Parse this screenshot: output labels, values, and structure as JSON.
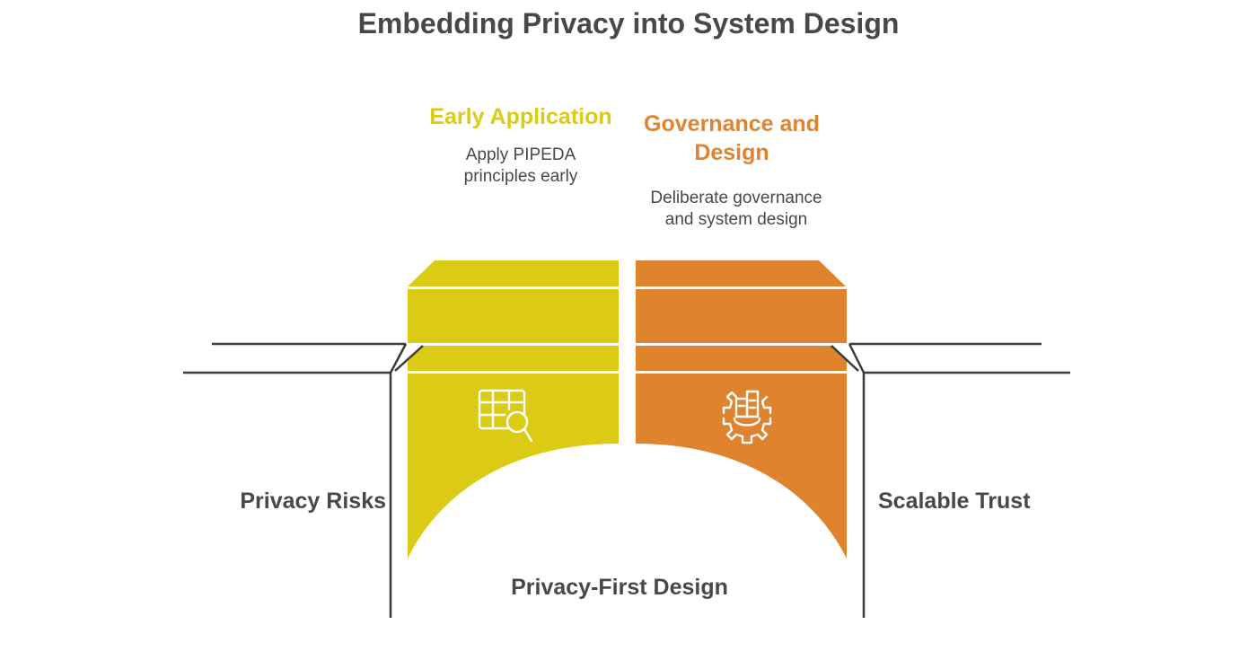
{
  "title": "Embedding Privacy into System Design",
  "steps": [
    {
      "heading_lines": [
        "Early Application"
      ],
      "description_lines": [
        "Apply PIPEDA",
        "principles early"
      ],
      "color": "#dccb14",
      "icon": "table-search-icon"
    },
    {
      "heading_lines": [
        "Governance and",
        "Design"
      ],
      "description_lines": [
        "Deliberate governance",
        "and system design"
      ],
      "color": "#e0832f",
      "icon": "gear-building-icon"
    }
  ],
  "left_label": "Privacy Risks",
  "right_label": "Scalable Trust",
  "bottom_label": "Privacy-First Design",
  "colors": {
    "text": "#484848",
    "line": "#3a3a3a",
    "yellow": "#dccb14",
    "orange": "#e0832f"
  }
}
